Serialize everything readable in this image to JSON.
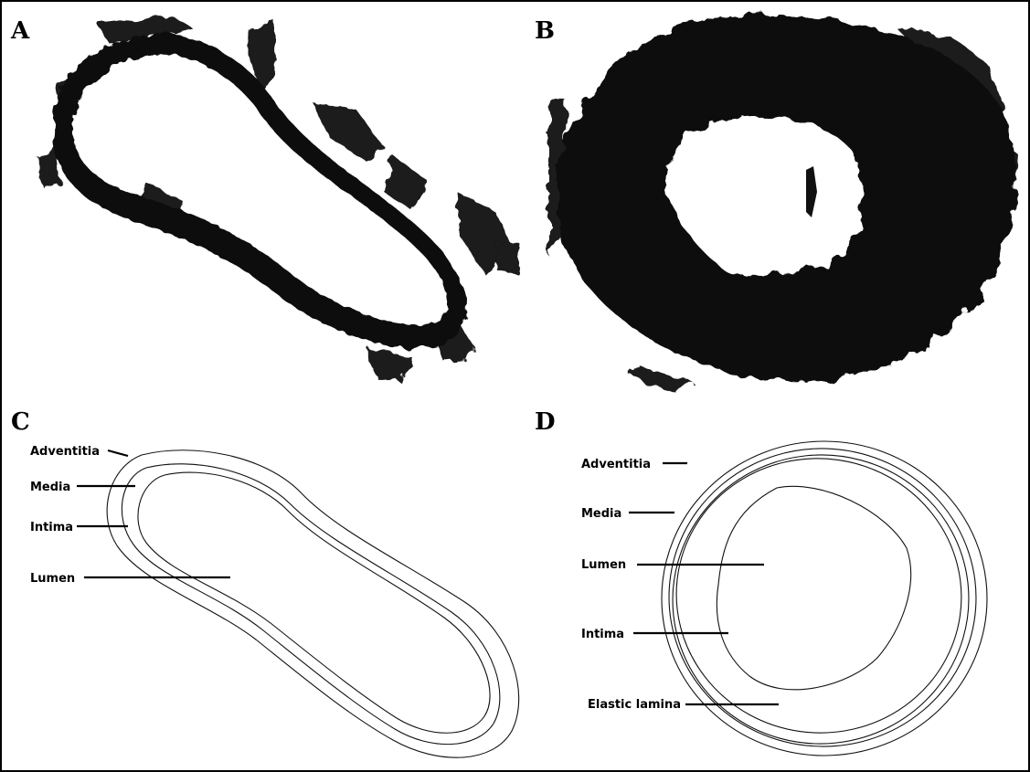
{
  "panels": {
    "A": {
      "letter": "A"
    },
    "B": {
      "letter": "B"
    },
    "C": {
      "letter": "C",
      "labels": {
        "adventitia": "Adventitia",
        "media": "Media",
        "intima": "Intima",
        "lumen": "Lumen"
      }
    },
    "D": {
      "letter": "D",
      "labels": {
        "adventitia": "Adventitia",
        "media": "Media",
        "lumen": "Lumen",
        "intima": "Intima",
        "elastic_lamina": "Elastic lamina"
      }
    }
  }
}
